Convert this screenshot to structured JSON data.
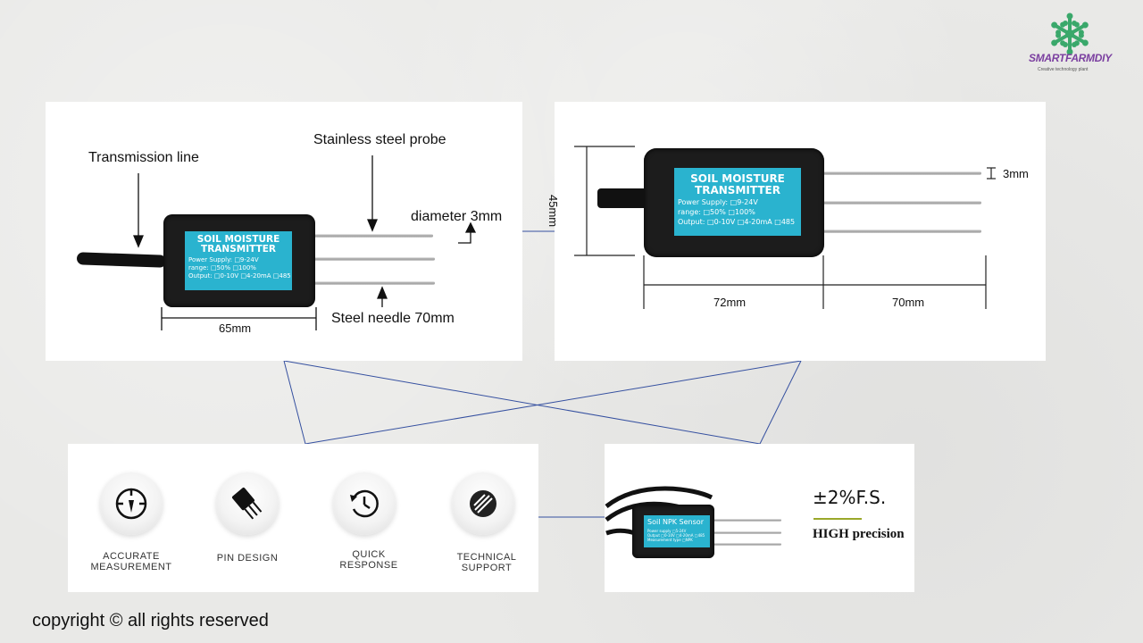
{
  "brand": {
    "name": "SMARTFARMDIY",
    "tagline": "Creative technology plant",
    "colors": {
      "leaf": "#3aa86b",
      "text": "#7b3fa0"
    }
  },
  "panel_left": {
    "transmission_line": "Transmission line",
    "probe_label": "Stainless steel probe",
    "diameter": "diameter 3mm",
    "needle": "Steel needle 70mm",
    "width": "65mm"
  },
  "panel_right": {
    "height": "45mm",
    "needle_diameter": "3mm",
    "body_length": "72mm",
    "probe_length": "70mm"
  },
  "sensor_label": {
    "title_line1": "SOIL MOISTURE",
    "title_line2": "TRANSMITTER",
    "power": "Power Supply:  □9-24V",
    "range": "range:  □50%  □100%",
    "output": "Output: □0-10V □4-20mA □485"
  },
  "features": [
    {
      "label": "ACCURATE\nMEASUREMENT",
      "icon": "target-icon"
    },
    {
      "label": "PIN DESIGN",
      "icon": "pin-chip-icon"
    },
    {
      "label": "QUICK\nRESPONSE",
      "icon": "clock-icon"
    },
    {
      "label": "TECHNICAL\nSUPPORT",
      "icon": "tools-icon"
    }
  ],
  "npk": {
    "sensor_name": "Soil NPK Sensor",
    "accuracy": "±2%F.S.",
    "precision": "HIGH precision"
  },
  "footer": {
    "copyright": "copyright © all rights reserved"
  },
  "colors": {
    "sensor_blue": "#2ab3cf",
    "connector_line": "#3550a0",
    "underline": "#9aa82a"
  }
}
